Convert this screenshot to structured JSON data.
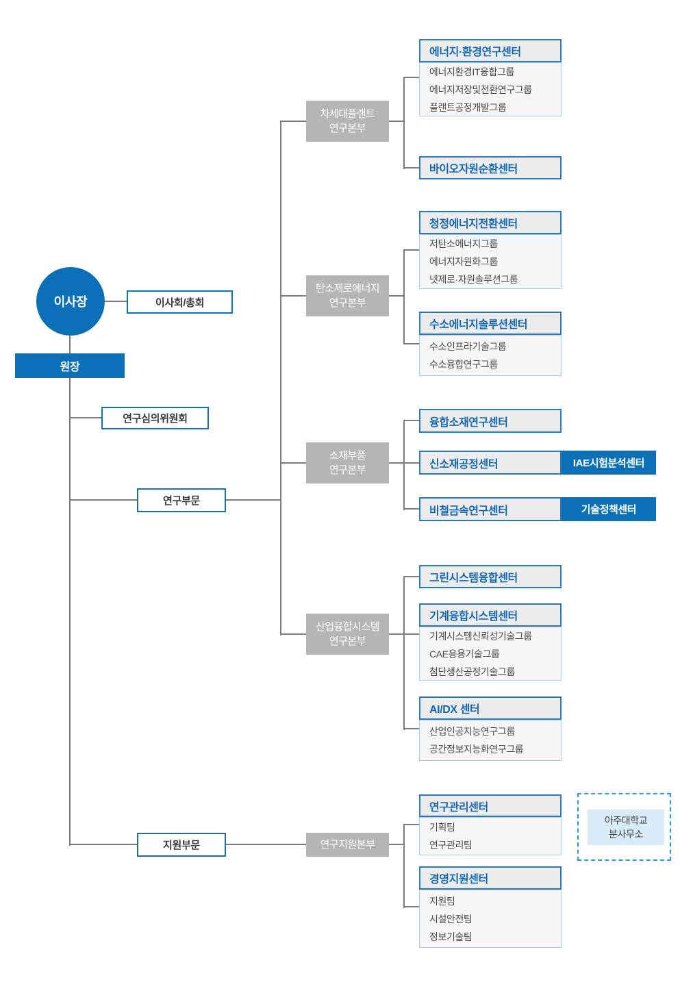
{
  "palette": {
    "primary_blue": "#0c70b8",
    "box_border_blue": "#1171b8",
    "header_border_blue": "#2c78b8",
    "header_text_blue": "#1468b3",
    "header_bg_gray": "#ececec",
    "body_bg": "#f6f6f7",
    "body_border": "#abc9e4",
    "division_gray": "#b5b5b5",
    "connector_gray": "#7c7c7c",
    "dashed_border_blue": "#1f9bdf",
    "branch_office_bg": "#d8ecf8"
  },
  "root": {
    "chairman": "이사장",
    "board": "이사회/총회",
    "president": "원장",
    "research_committee": "연구심의위원회",
    "research_division": "연구부문",
    "support_division": "지원부문"
  },
  "divisions": [
    {
      "name": "차세대플랜트\n연구본부",
      "centers": [
        {
          "title": "에너지·환경연구센터",
          "items": [
            "에너지환경IT융합그룹",
            "에너지저장및전환연구그룹",
            "플랜트공정개발그룹"
          ]
        },
        {
          "title": "바이오자원순환센터",
          "items": []
        }
      ]
    },
    {
      "name": "탄소제로에너지\n연구본부",
      "centers": [
        {
          "title": "청정에너지전환센터",
          "items": [
            "저탄소에너지그룹",
            "에너지자원화그룹",
            "넷제로·자원솔루션그룹"
          ]
        },
        {
          "title": "수소에너지솔루션센터",
          "items": [
            "수소인프라기술그룹",
            "수소융합연구그룹"
          ]
        }
      ]
    },
    {
      "name": "소재부품\n연구본부",
      "centers": [
        {
          "title": "융합소재연구센터",
          "items": []
        },
        {
          "title": "신소재공정센터",
          "items": [],
          "attached": "IAE시험분석센터"
        },
        {
          "title": "비철금속연구센터",
          "items": [],
          "attached": "기술정책센터"
        }
      ]
    },
    {
      "name": "산업융합시스템\n연구본부",
      "centers": [
        {
          "title": "그린시스템융합센터",
          "items": []
        },
        {
          "title": "기계융합시스템센터",
          "items": [
            "기계시스템신뢰성기술그룹",
            "CAE응용기술그룹",
            "첨단생산공정기술그룹"
          ]
        },
        {
          "title": "AI/DX 센터",
          "items": [
            "산업인공지능연구그룹",
            "공간정보지능화연구그룹"
          ]
        }
      ]
    },
    {
      "name": "연구지원본부",
      "centers": [
        {
          "title": "연구관리센터",
          "items": [
            "기획팀",
            "연구관리팀"
          ]
        },
        {
          "title": "경영지원센터",
          "items": [
            "지원팀",
            "시설안전팀",
            "정보기술팀"
          ]
        }
      ]
    }
  ],
  "branch_office": "아주대학교\n분사무소"
}
